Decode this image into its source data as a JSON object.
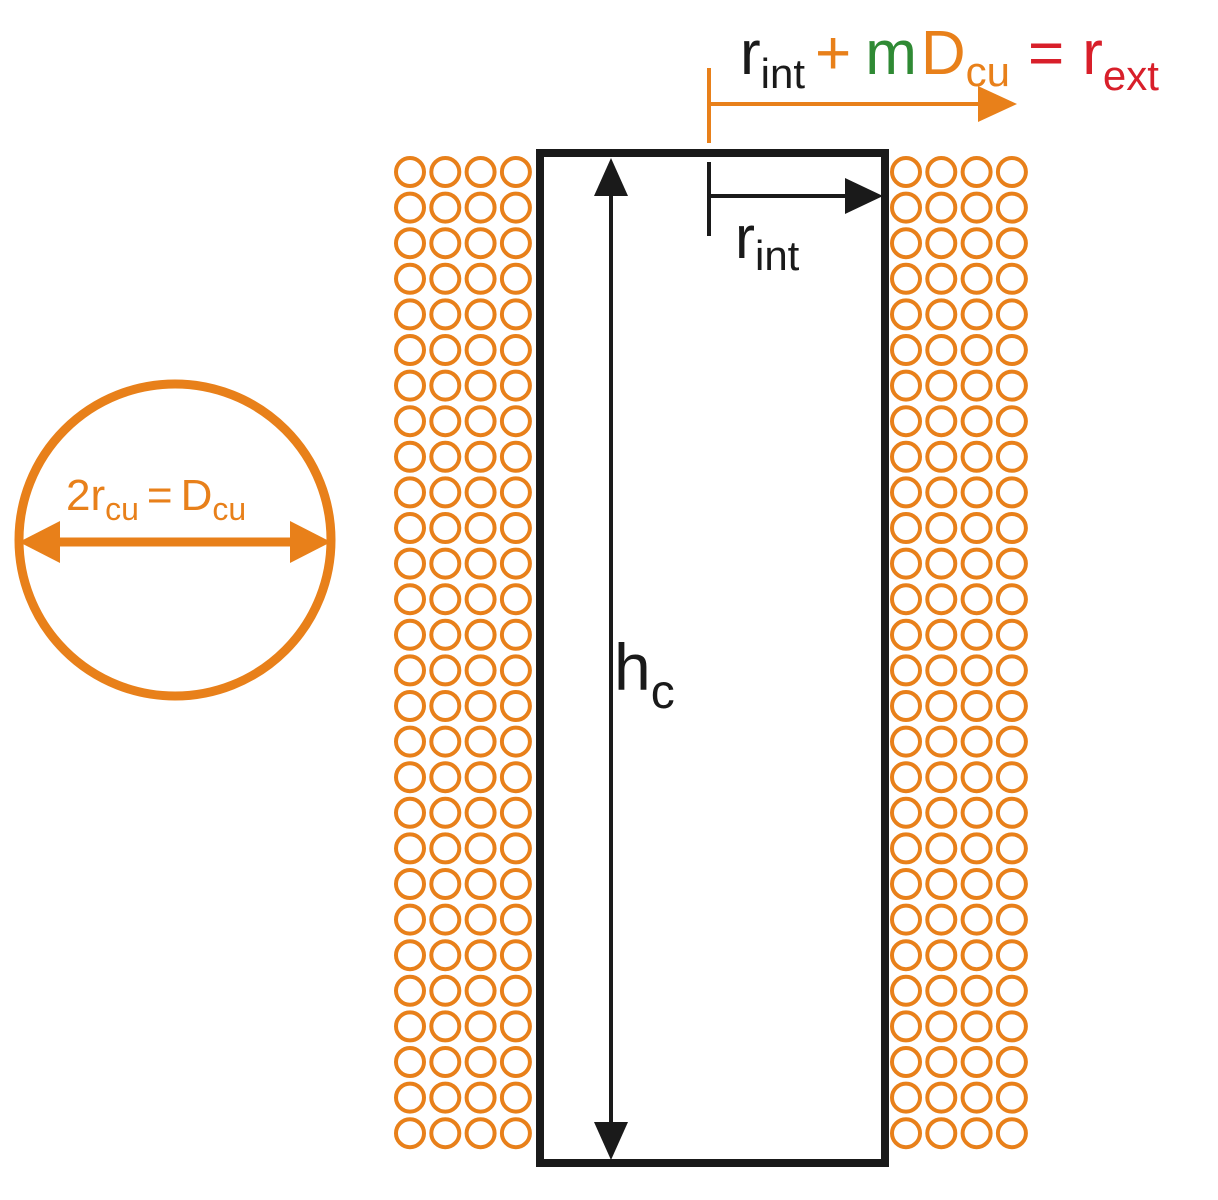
{
  "colors": {
    "orange": "#e8801a",
    "black": "#1a1a1a",
    "green": "#2f8a34",
    "red": "#d81f2a"
  },
  "labels": {
    "wire_diameter": {
      "lhs_main": "2r",
      "lhs_sub": "cu",
      "eq": "=",
      "rhs_main": "D",
      "rhs_sub": "cu"
    },
    "height": {
      "main": "h",
      "sub": "c"
    },
    "inner_radius": {
      "main": "r",
      "sub": "int"
    },
    "outer_radius_eq": {
      "t1_main": "r",
      "t1_sub": "int",
      "plus": "+",
      "m": "m",
      "t2_main": "D",
      "t2_sub": "cu",
      "eq": "=",
      "t3_main": "r",
      "t3_sub": "ext"
    }
  },
  "winding": {
    "columns_per_side": 4,
    "rows": 28
  }
}
